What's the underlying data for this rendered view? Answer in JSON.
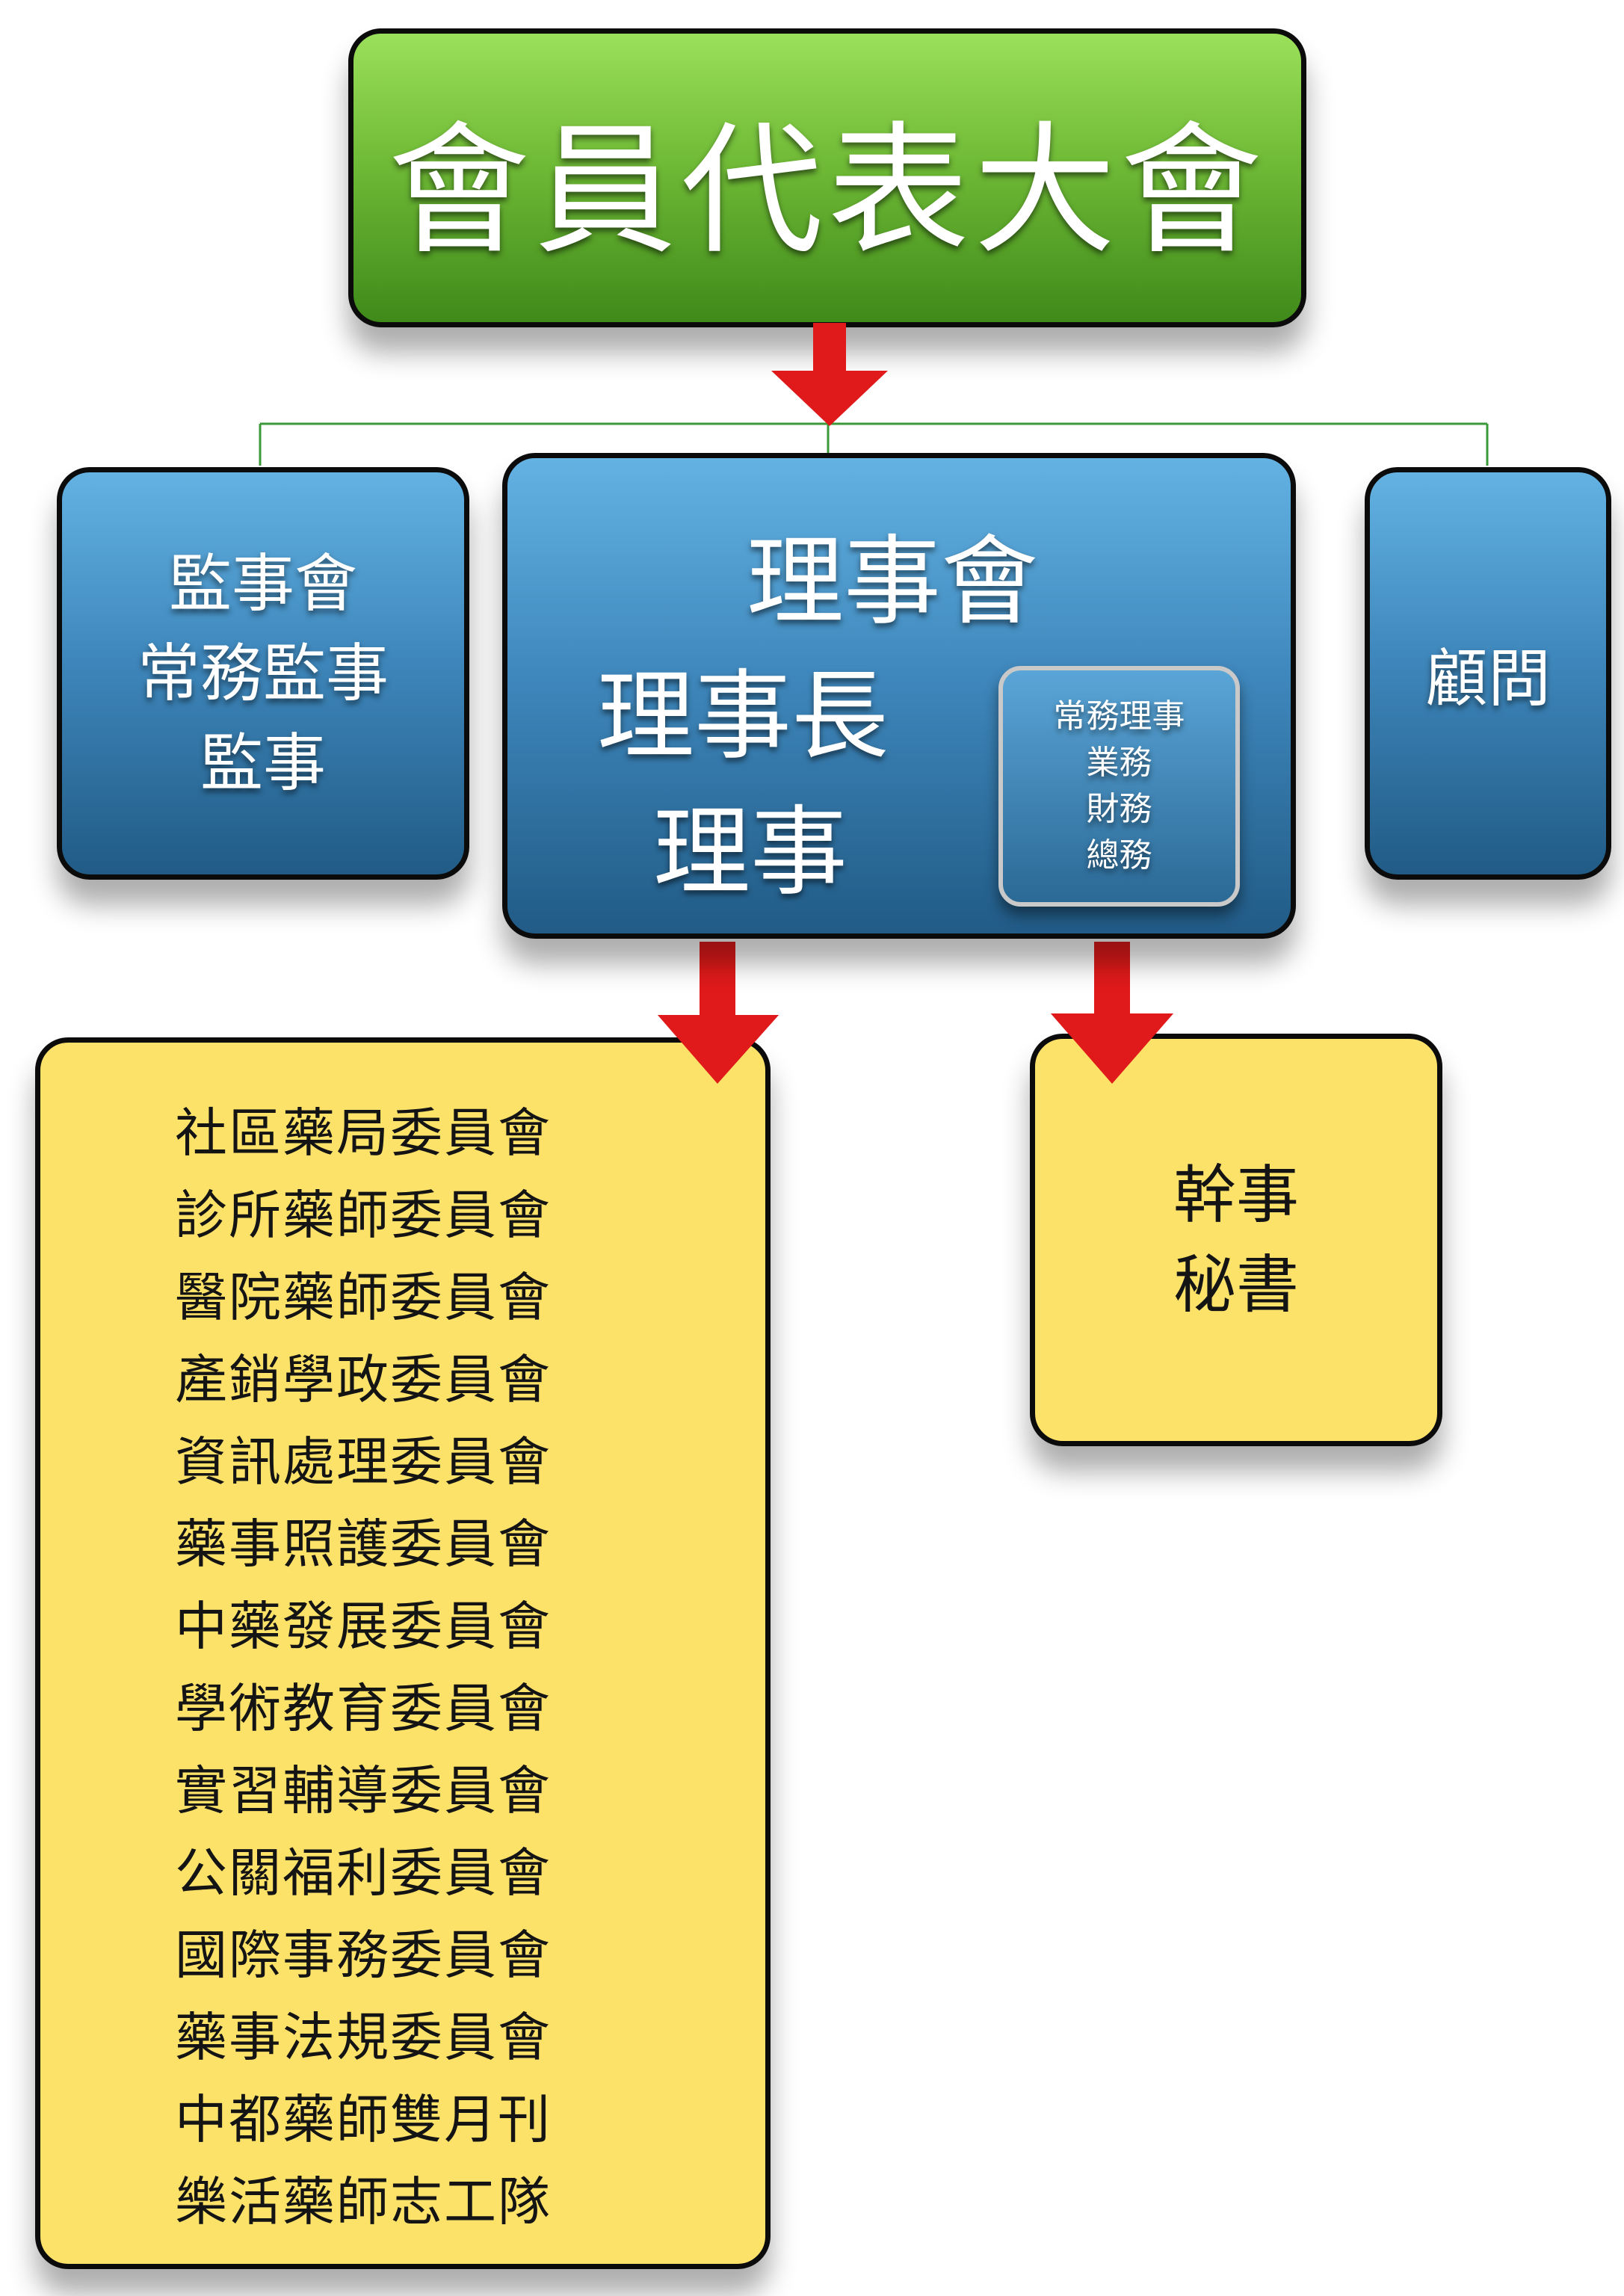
{
  "top": {
    "title": "會員代表大會"
  },
  "supervisors": {
    "lines": [
      "監事會",
      "常務監事",
      "監事"
    ]
  },
  "board": {
    "title": "理事會",
    "chairman": "理事長",
    "director": "理事",
    "officers": [
      "常務理事",
      "業務",
      "財務",
      "總務"
    ]
  },
  "advisor": {
    "label": "顧問"
  },
  "committees": [
    "社區藥局委員會",
    "診所藥師委員會",
    "醫院藥師委員會",
    "產銷學政委員會",
    "資訊處理委員會",
    "藥事照護委員會",
    "中藥發展委員會",
    "學術教育委員會",
    "實習輔導委員會",
    "公關福利委員會",
    "國際事務委員會",
    "藥事法規委員會",
    "中都藥師雙月刊",
    "樂活藥師志工隊"
  ],
  "staff": {
    "lines": [
      "幹事",
      "秘書"
    ]
  },
  "colors": {
    "top_box": "#6fba36",
    "blue_box": "#3f88bd",
    "yellow_box": "#fde26a",
    "arrow": "#e01a1a",
    "connector": "#3a9a3a"
  }
}
